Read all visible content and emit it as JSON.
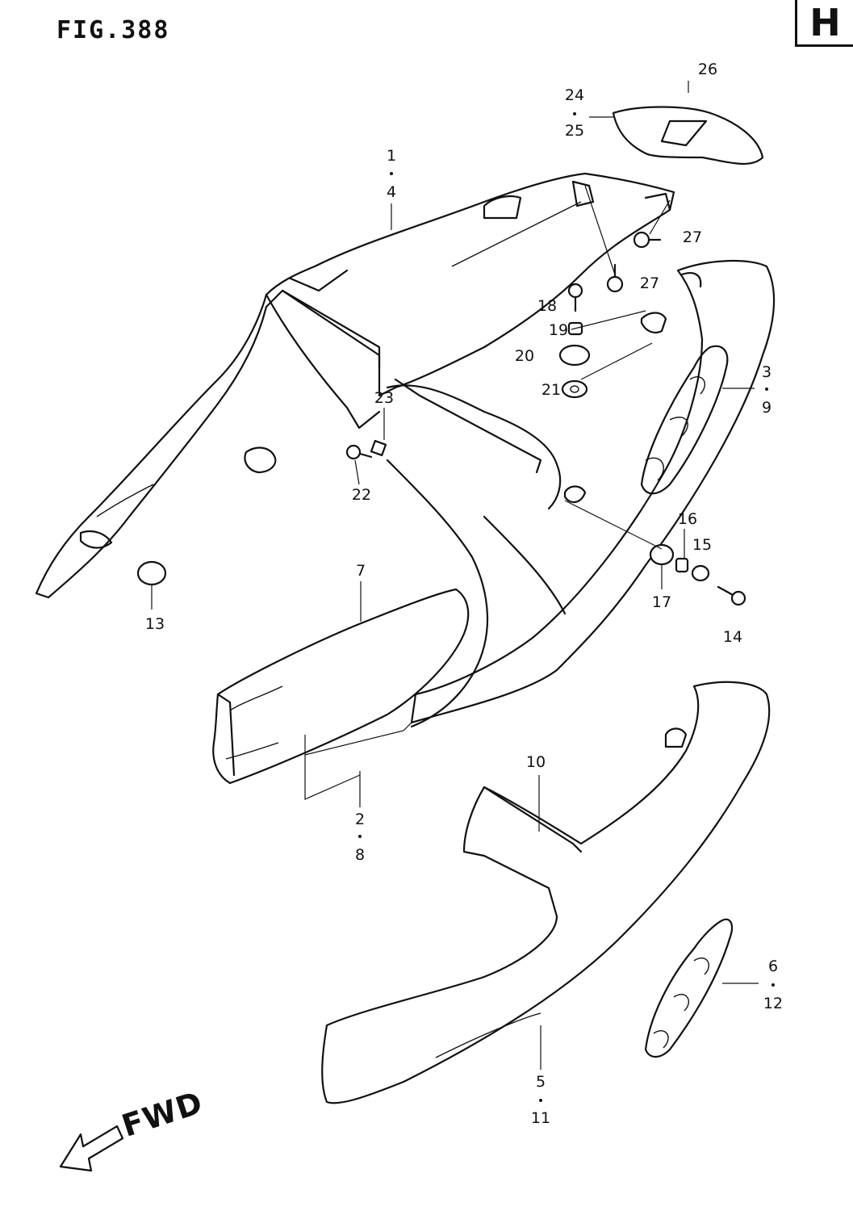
{
  "figure": {
    "title": "FIG.388",
    "section": "H"
  },
  "direction_label": "FWD",
  "callouts": {
    "c1": "1",
    "c4": "4",
    "c2": "2",
    "c8": "8",
    "c3": "3",
    "c9": "9",
    "c5": "5",
    "c11": "11",
    "c6": "6",
    "c12": "12",
    "c7": "7",
    "c10": "10",
    "c13": "13",
    "c14": "14",
    "c15": "15",
    "c16": "16",
    "c17": "17",
    "c18": "18",
    "c19": "19",
    "c20": "20",
    "c21": "21",
    "c22": "22",
    "c23": "23",
    "c24": "24",
    "c25": "25",
    "c26": "26",
    "c27a": "27",
    "c27b": "27"
  }
}
